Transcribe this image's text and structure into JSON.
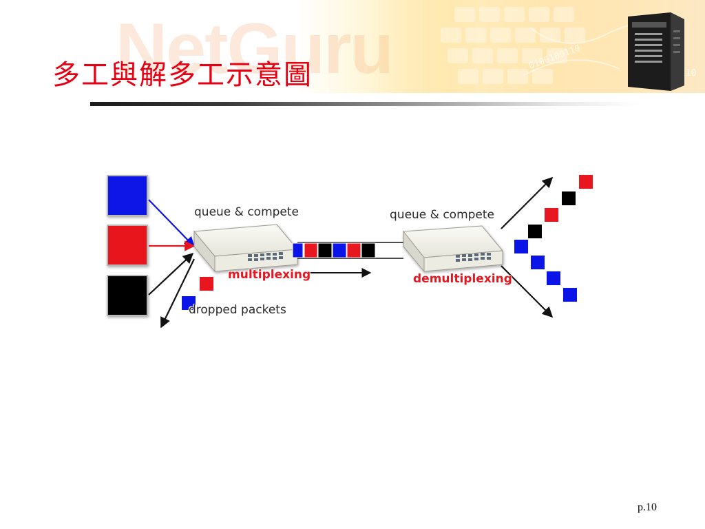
{
  "slide": {
    "title": "多工與解多工示意圖",
    "page_number": "p.10"
  },
  "banner": {
    "watermark": "NetGuru",
    "binary_text": "0100100110"
  },
  "diagram": {
    "labels": {
      "queue_left": "queue & compete",
      "queue_right": "queue & compete",
      "multiplexing": "multiplexing",
      "demultiplexing": "demultiplexing",
      "dropped": "dropped packets"
    },
    "colors": {
      "blue": "#0a14e6",
      "red": "#e8171f",
      "black": "#000000",
      "title_red": "#e60012",
      "banner_orange": "#ffb31c"
    },
    "input_sources": [
      "blue",
      "red",
      "black"
    ],
    "link_packet_sequence": [
      "blue",
      "red",
      "black",
      "blue",
      "red",
      "black"
    ],
    "output_packets": [
      "red",
      "black",
      "red",
      "black",
      "blue",
      "blue",
      "blue",
      "blue"
    ],
    "dropped_packets": [
      "red",
      "blue"
    ]
  }
}
